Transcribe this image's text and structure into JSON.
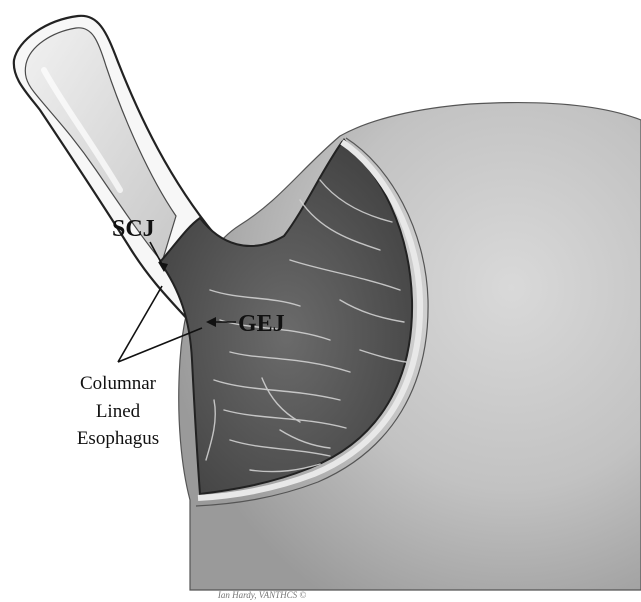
{
  "labels": {
    "scj": "SCJ",
    "gej": "GEJ",
    "cle_line1": "Columnar",
    "cle_line2": "Lined",
    "cle_line3": "Esophagus"
  },
  "credit": "Ian Hardy, VANTHCS ©"
}
